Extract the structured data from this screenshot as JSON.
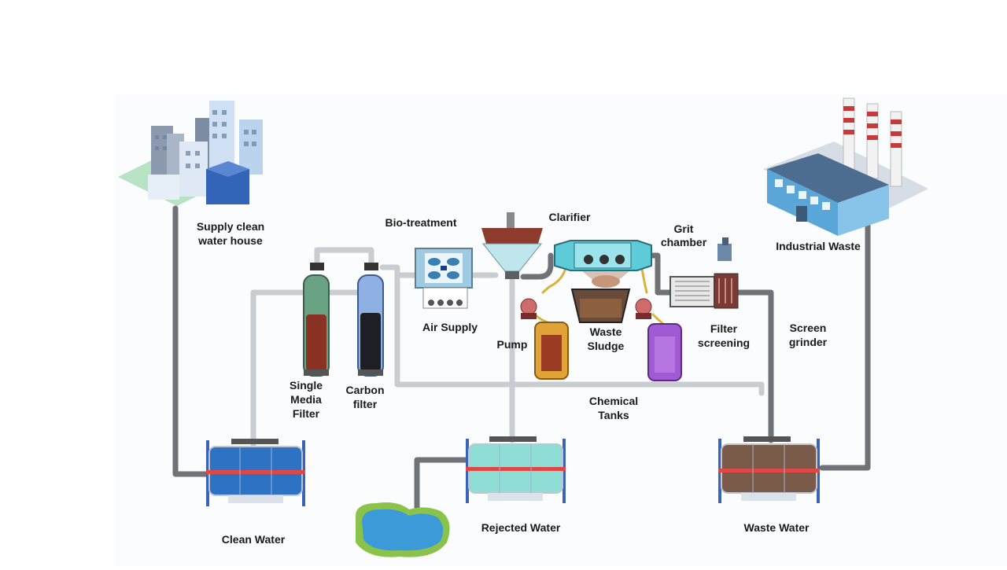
{
  "diagram": {
    "labels": {
      "supply_house": [
        "Supply clean",
        "water house"
      ],
      "bio_treatment": "Bio-treatment",
      "clarifier": "Clarifier",
      "grit_chamber": [
        "Grit",
        "chamber"
      ],
      "industrial_waste": "Industrial Waste",
      "air_supply": "Air Supply",
      "pump": "Pump",
      "waste_sludge": [
        "Waste",
        "Sludge"
      ],
      "filter_screening": [
        "Filter",
        "screening"
      ],
      "screen_grinder": [
        "Screen",
        "grinder"
      ],
      "single_media_filter": [
        "Single",
        "Media",
        "Filter"
      ],
      "carbon_filter": [
        "Carbon",
        "filter"
      ],
      "chemical_tanks": [
        "Chemical",
        "Tanks"
      ],
      "clean_water": "Clean Water",
      "rejected_water": "Rejected Water",
      "waste_water": "Waste Water"
    },
    "colors": {
      "pipe": "#7f8286",
      "pipe_light": "#c9ccd0",
      "clean_water": "#2e72c4",
      "rejected_water": "#8fded6",
      "waste_water": "#7a5a48",
      "tank_frame": "#3b63b8",
      "tank_band": "#e04848",
      "pond": "#3d9ad8",
      "pond_edge": "#8bc34a"
    }
  }
}
